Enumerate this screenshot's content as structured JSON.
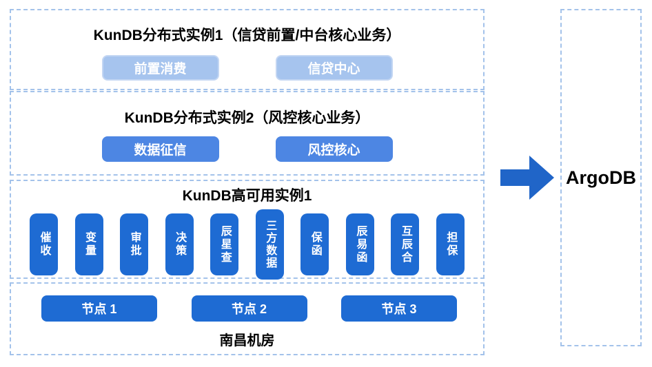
{
  "colors": {
    "dashed_border": "#a3c2ea",
    "light_button": "#a6c4ee",
    "medium_button": "#4d86e3",
    "dark_button": "#1e6bd3",
    "arrow": "#2065c8",
    "button_text": "#ffffff",
    "title_text": "#000000"
  },
  "icons": {
    "flow_arrow": "right-block-arrow"
  },
  "boxes": {
    "instance1": {
      "title": "KunDB分布式实例1（信贷前置/中台核心业务）",
      "services": [
        "前置消费",
        "信贷中心"
      ]
    },
    "instance2": {
      "title": "KunDB分布式实例2（风控核心业务）",
      "services": [
        "数据征信",
        "风控核心"
      ]
    },
    "ha1": {
      "title": "KunDB高可用实例1",
      "apps": [
        "催收",
        "变量",
        "审批",
        "决策",
        "辰星查",
        "三方数据",
        "保函",
        "辰易函",
        "互辰合",
        "担保"
      ]
    },
    "datacenter": {
      "nodes": [
        "节点 1",
        "节点 2",
        "节点 3"
      ],
      "title": "南昌机房"
    }
  },
  "target": {
    "label": "ArgoDB"
  }
}
